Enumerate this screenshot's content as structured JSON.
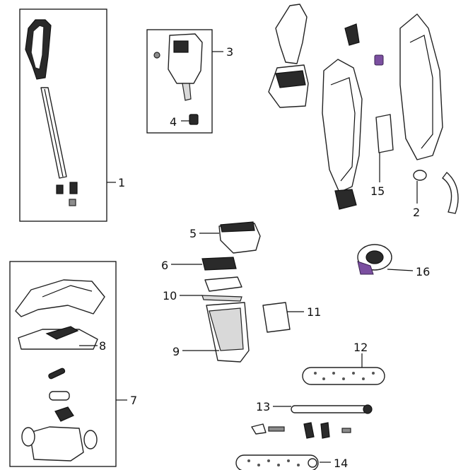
{
  "diagram": {
    "callouts": {
      "c1": "1",
      "c2": "2",
      "c3": "3",
      "c4": "4",
      "c5": "5",
      "c6": "6",
      "c7": "7",
      "c8": "8",
      "c9": "9",
      "c10": "10",
      "c11": "11",
      "c12": "12",
      "c13": "13",
      "c14": "14",
      "c15": "15",
      "c16": "16"
    },
    "colors": {
      "accent_purple": "#7b4fa0",
      "line": "#111111",
      "background": "#ffffff"
    }
  }
}
